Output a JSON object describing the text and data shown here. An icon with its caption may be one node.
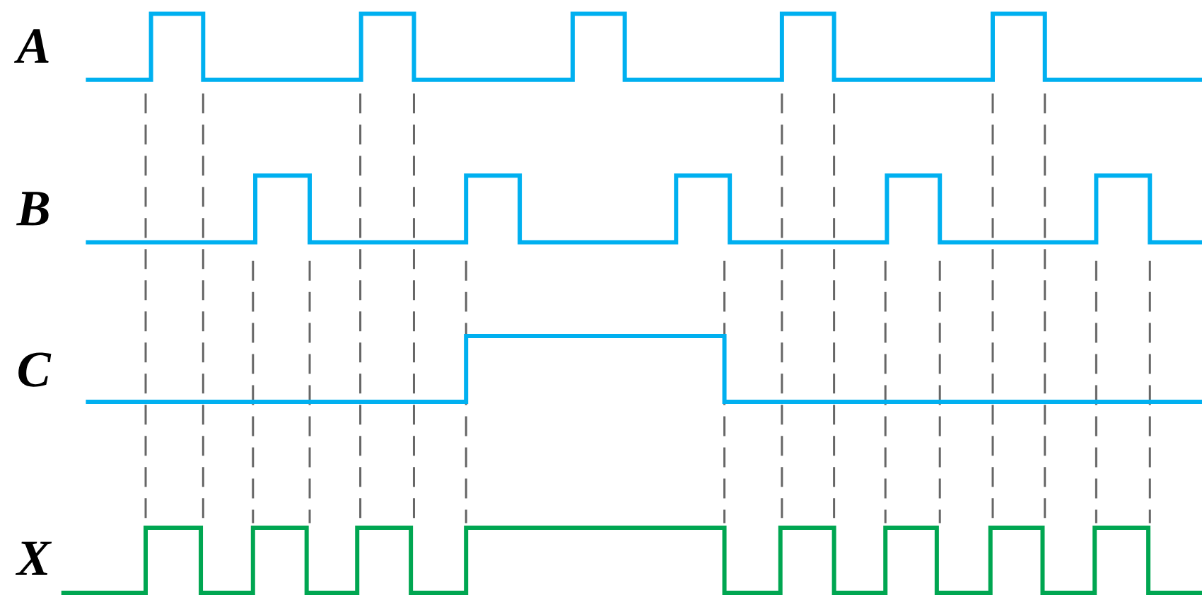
{
  "diagram": {
    "labels": [
      "A",
      "B",
      "C",
      "X"
    ]
  }
}
